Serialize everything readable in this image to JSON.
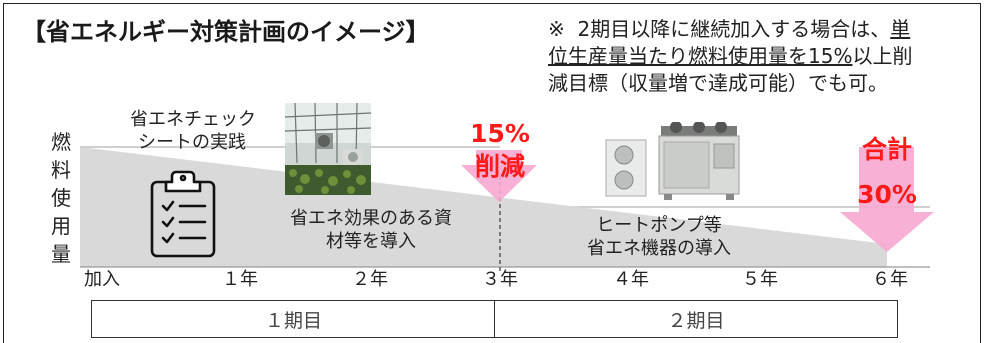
{
  "title": "【省エネルギー対策計画のイメージ】",
  "note": {
    "mark": "※",
    "line1_a": "2期目以降に継続加入する場合は、",
    "line1_b": "単",
    "line2_u": "位生産量当たり燃料使用量を15%",
    "line2_b": "以上削",
    "line3": "減目標（収量増で達成可能）でも可。"
  },
  "y_label": [
    "燃",
    "料",
    "使",
    "用",
    "量"
  ],
  "x_ticks": [
    "加入",
    "１年",
    "２年",
    "３年",
    "４年",
    "５年",
    "６年"
  ],
  "labels": {
    "checklist_1": "省エネチェック",
    "checklist_2": "シートの実践",
    "materials_1": "省エネ効果のある資",
    "materials_2": "材等を導入",
    "heatpump_1": "ヒートポンプ等",
    "heatpump_2": "省エネ機器の導入"
  },
  "reduction_mid": {
    "pct": "15%",
    "word": "削減"
  },
  "reduction_total": {
    "word": "合計",
    "pct": "30%"
  },
  "periods": [
    "１期目",
    "２期目"
  ],
  "colors": {
    "red": "#ff1a1a",
    "arrow": "#f7a8cf",
    "area": "#d9d9d9"
  }
}
